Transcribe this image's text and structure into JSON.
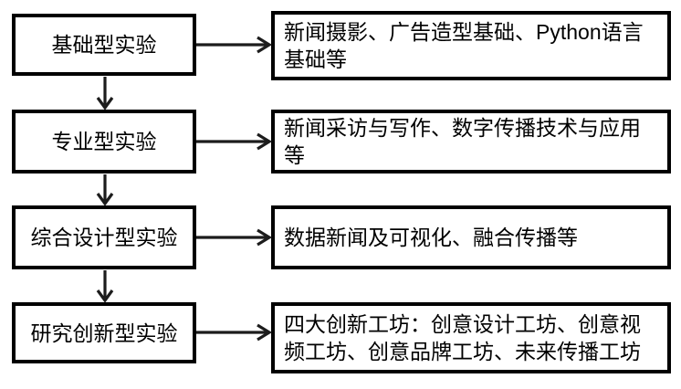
{
  "flowchart": {
    "background_color": "#ffffff",
    "box_border_color": "#000000",
    "text_color": "#000000",
    "arrow_color": "#1c1c1c",
    "rows": [
      {
        "stage": "基础型实验",
        "courses": "新闻摄影、广告造型基础、Python语言基础等"
      },
      {
        "stage": "专业型实验",
        "courses": "新闻采访与写作、数字传播技术与应用等"
      },
      {
        "stage": "综合设计型实验",
        "courses": "数据新闻及可视化、融合传播等"
      },
      {
        "stage": "研究创新型实验",
        "courses": "四大创新工坊：创意设计工坊、创意视频工坊、创意品牌工坊、未来传播工坊"
      }
    ]
  }
}
